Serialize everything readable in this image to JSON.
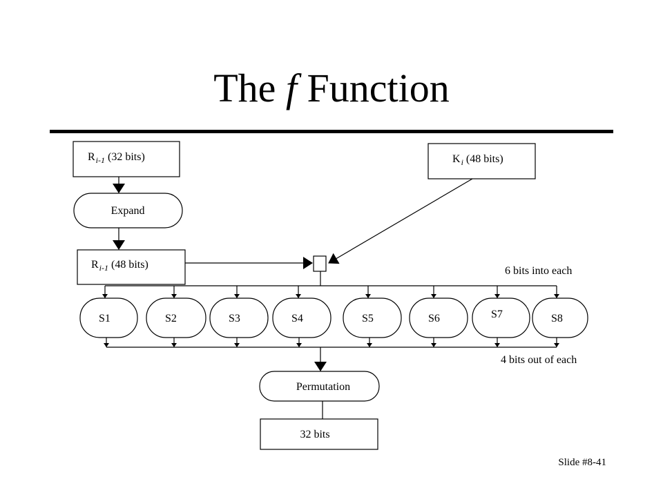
{
  "title": {
    "prefix": "The ",
    "italic": "f",
    "suffix": " Function"
  },
  "input_r": {
    "letter": "R",
    "sub": "i-1",
    "text": " (32 bits)"
  },
  "input_k": {
    "letter": "K",
    "sub": "i",
    "text": " (48 bits)"
  },
  "expand_label": "Expand",
  "expanded_r": {
    "letter": "R",
    "sub": "i-1",
    "text": " (48 bits)"
  },
  "xor_symbol": "",
  "note_in": "6 bits into each",
  "note_out": "4 bits out of each",
  "sboxes": [
    "S1",
    "S2",
    "S3",
    "S4",
    "S5",
    "S6",
    "S7",
    "S8"
  ],
  "permutation_label": "Permutation",
  "output_label": "32 bits",
  "slide_number": "Slide #8-41"
}
